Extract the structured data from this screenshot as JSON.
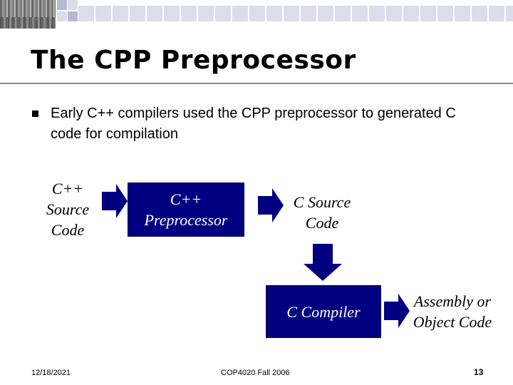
{
  "title": "The CPP Preprocessor",
  "bullet": "Early C++ compilers used the CPP preprocessor to generated C code for compilation",
  "diagram": {
    "source_label": [
      "C++",
      "Source",
      "Code"
    ],
    "preprocessor_box": [
      "C++",
      "Preprocessor"
    ],
    "c_source_label": [
      "C Source",
      "Code"
    ],
    "compiler_box": "C Compiler",
    "output_label": [
      "Assembly or",
      "Object Code"
    ]
  },
  "footer": {
    "date": "12/18/2021",
    "course": "COP4020 Fall 2006",
    "page": "13"
  }
}
